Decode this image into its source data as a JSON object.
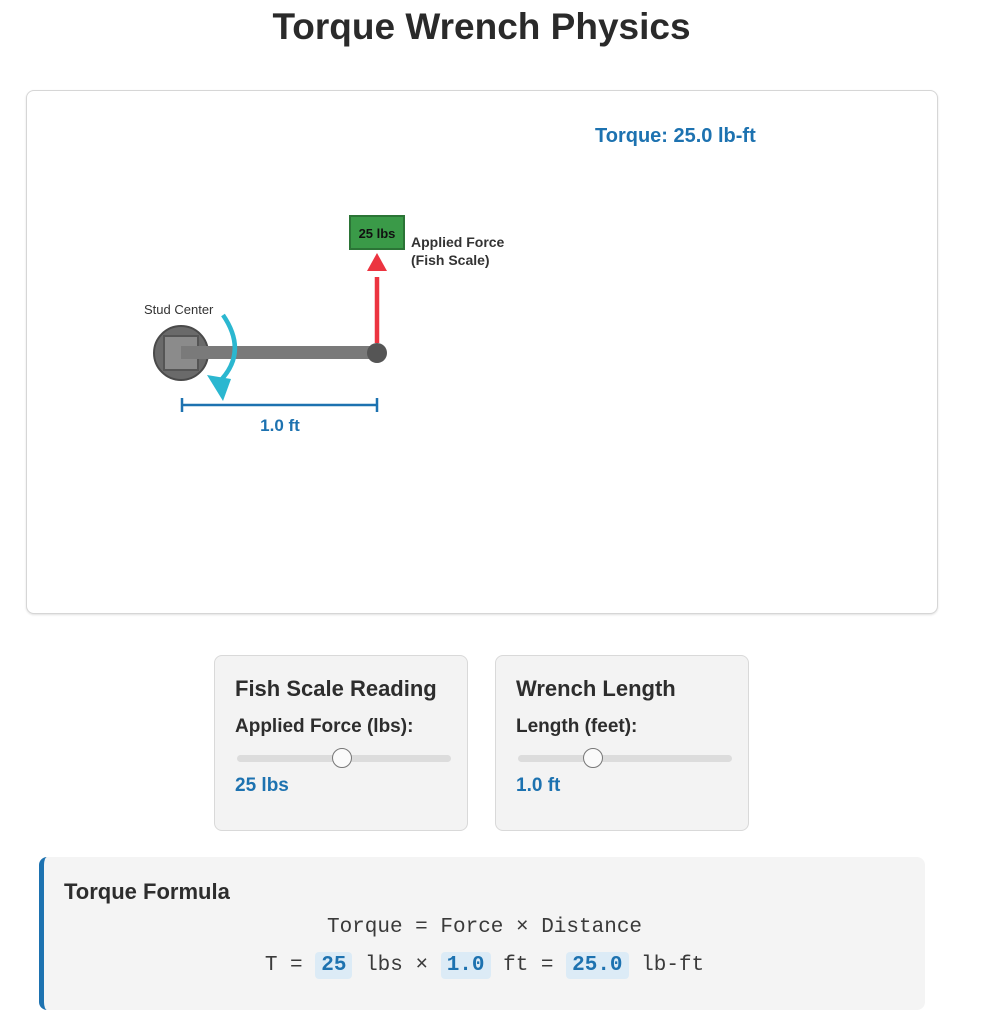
{
  "page": {
    "title": "Torque Wrench Physics"
  },
  "simulation": {
    "torque_readout": "Torque: 25.0 lb-ft",
    "stud_label": "Stud Center",
    "scale_label": "25 lbs",
    "force_label_line1": "Applied Force",
    "force_label_line2": "(Fish Scale)",
    "distance_label": "1.0 ft",
    "colors": {
      "accent": "#1d72b0",
      "force_arrow": "#ec3440",
      "rotation_arrow": "#2bb7d0",
      "scale_box": "#3a9a48",
      "wrench": "#7a7a7a"
    }
  },
  "controls": {
    "force": {
      "title": "Fish Scale Reading",
      "label": "Applied Force (lbs):",
      "value_text": "25 lbs",
      "position_fraction": 0.49
    },
    "length": {
      "title": "Wrench Length",
      "label": "Length (feet):",
      "value_text": "1.0 ft",
      "position_fraction": 0.35
    }
  },
  "formula": {
    "title": "Torque Formula",
    "line1": "Torque = Force × Distance",
    "line2": {
      "prefix": "T = ",
      "force": "25",
      "unit1": " lbs × ",
      "distance": "1.0",
      "unit2": " ft = ",
      "result": "25.0",
      "unit3": " lb-ft"
    }
  }
}
